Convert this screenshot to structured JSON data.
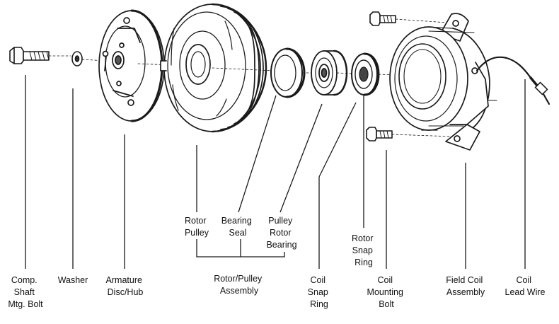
{
  "labels": {
    "comp_shaft_bolt": [
      "Comp.",
      "Shaft",
      "Mtg. Bolt"
    ],
    "washer": [
      "Washer"
    ],
    "armature": [
      "Armature",
      "Disc/Hub"
    ],
    "rotor_pulley": [
      "Rotor",
      "Pulley"
    ],
    "bearing_seal": [
      "Bearing",
      "Seal"
    ],
    "pulley_rotor_bearing": [
      "Pulley",
      "Rotor",
      "Bearing"
    ],
    "rotor_pulley_assembly": [
      "Rotor/Pulley",
      "Assembly"
    ],
    "coil_snap_ring": [
      "Coil",
      "Snap",
      "Ring"
    ],
    "rotor_snap_ring": [
      "Rotor",
      "Snap",
      "Ring"
    ],
    "coil_mounting_bolt": [
      "Coil",
      "Mounting",
      "Bolt"
    ],
    "field_coil_assembly": [
      "Field Coil",
      "Assembly"
    ],
    "coil_lead_wire": [
      "Coil",
      "Lead Wire"
    ]
  }
}
